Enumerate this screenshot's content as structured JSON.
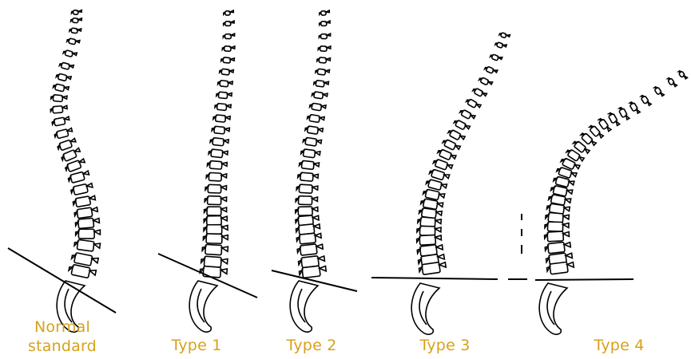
{
  "figure": {
    "line_color": "#000000",
    "caption_color": "#D7A11B",
    "panels": [
      {
        "id": "normal",
        "caption_line1": "Normal",
        "caption_line2": "standard"
      },
      {
        "id": "type1",
        "caption": "Type 1"
      },
      {
        "id": "type2",
        "caption": "Type 2"
      },
      {
        "id": "type3",
        "caption": "Type 3"
      },
      {
        "id": "type4",
        "caption": "Type 4"
      }
    ]
  }
}
